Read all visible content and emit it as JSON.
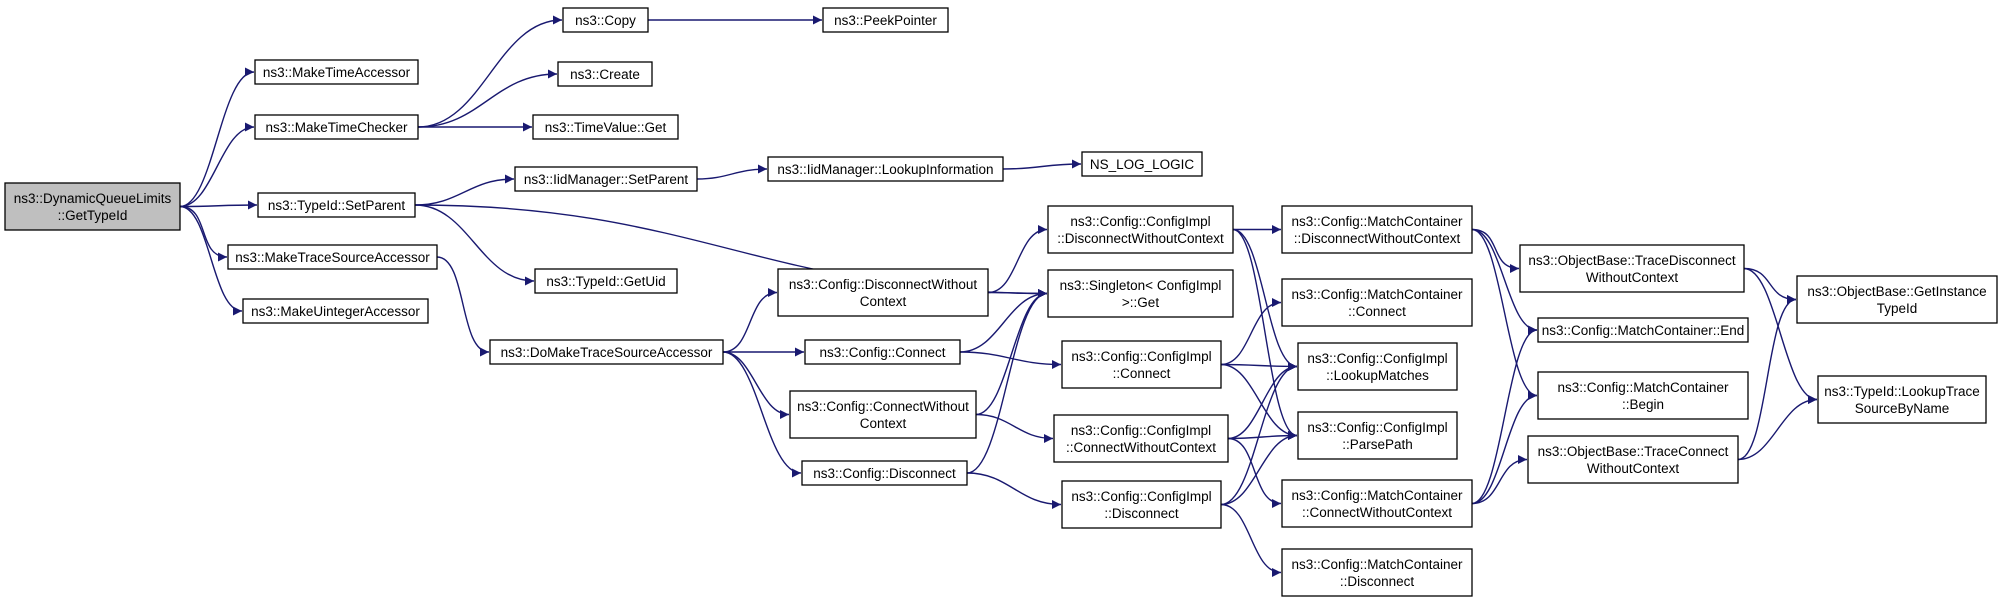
{
  "colors": {
    "edge": "#191970",
    "node_border": "#000000",
    "node_fill": "#ffffff",
    "root_fill": "#bfbfbf"
  },
  "nodes": {
    "root": [
      "ns3::DynamicQueueLimits",
      "::GetTypeId"
    ],
    "copy": [
      "ns3::Copy"
    ],
    "peekpointer": [
      "ns3::PeekPointer"
    ],
    "maketimeaccessor": [
      "ns3::MakeTimeAccessor"
    ],
    "maketimechecker": [
      "ns3::MakeTimeChecker"
    ],
    "create": [
      "ns3::Create"
    ],
    "timevalueget": [
      "ns3::TimeValue::Get"
    ],
    "setparent": [
      "ns3::TypeId::SetParent"
    ],
    "iidsetparent": [
      "ns3::IidManager::SetParent"
    ],
    "lookupinfo": [
      "ns3::IidManager::LookupInformation"
    ],
    "nslog": [
      "NS_LOG_LOGIC"
    ],
    "maketracesource": [
      "ns3::MakeTraceSourceAccessor"
    ],
    "getuid": [
      "ns3::TypeId::GetUid"
    ],
    "makeuinteger": [
      "ns3::MakeUintegerAccessor"
    ],
    "domaketrace": [
      "ns3::DoMakeTraceSourceAccessor"
    ],
    "cfgdiscwc": [
      "ns3::Config::DisconnectWithout",
      "Context"
    ],
    "cfgconnect": [
      "ns3::Config::Connect"
    ],
    "cfgconnwc": [
      "ns3::Config::ConnectWithout",
      "Context"
    ],
    "cfgdisconnect": [
      "ns3::Config::Disconnect"
    ],
    "implDiscWc": [
      "ns3::Config::ConfigImpl",
      "::DisconnectWithoutContext"
    ],
    "singleton": [
      "ns3::Singleton< ConfigImpl",
      ">::Get"
    ],
    "implConnect": [
      "ns3::Config::ConfigImpl",
      "::Connect"
    ],
    "implConnWc": [
      "ns3::Config::ConfigImpl",
      "::ConnectWithoutContext"
    ],
    "implDisc": [
      "ns3::Config::ConfigImpl",
      "::Disconnect"
    ],
    "mcDiscWc": [
      "ns3::Config::MatchContainer",
      "::DisconnectWithoutContext"
    ],
    "mcConnect": [
      "ns3::Config::MatchContainer",
      "::Connect"
    ],
    "lookupMatches": [
      "ns3::Config::ConfigImpl",
      "::LookupMatches"
    ],
    "parsePath": [
      "ns3::Config::ConfigImpl",
      "::ParsePath"
    ],
    "mcConnWc": [
      "ns3::Config::MatchContainer",
      "::ConnectWithoutContext"
    ],
    "mcDisc": [
      "ns3::Config::MatchContainer",
      "::Disconnect"
    ],
    "obTraceDisc": [
      "ns3::ObjectBase::TraceDisconnect",
      "WithoutContext"
    ],
    "mcEnd": [
      "ns3::Config::MatchContainer::End"
    ],
    "mcBegin": [
      "ns3::Config::MatchContainer",
      "::Begin"
    ],
    "obTraceConn": [
      "ns3::ObjectBase::TraceConnect",
      "WithoutContext"
    ],
    "obGetInstance": [
      "ns3::ObjectBase::GetInstance",
      "TypeId"
    ],
    "lookupTrace": [
      "ns3::TypeId::LookupTrace",
      "SourceByName"
    ]
  },
  "edges": [
    [
      "root",
      "maketimeaccessor"
    ],
    [
      "root",
      "maketimechecker"
    ],
    [
      "root",
      "setparent"
    ],
    [
      "root",
      "maketracesource"
    ],
    [
      "root",
      "makeuinteger"
    ],
    [
      "maketimechecker",
      "copy"
    ],
    [
      "maketimechecker",
      "create"
    ],
    [
      "maketimechecker",
      "timevalueget"
    ],
    [
      "copy",
      "peekpointer"
    ],
    [
      "setparent",
      "iidsetparent"
    ],
    [
      "setparent",
      "getuid"
    ],
    [
      "setparent",
      "singleton"
    ],
    [
      "iidsetparent",
      "lookupinfo"
    ],
    [
      "lookupinfo",
      "nslog"
    ],
    [
      "maketracesource",
      "domaketrace"
    ],
    [
      "domaketrace",
      "cfgdiscwc"
    ],
    [
      "domaketrace",
      "cfgconnect"
    ],
    [
      "domaketrace",
      "cfgconnwc"
    ],
    [
      "domaketrace",
      "cfgdisconnect"
    ],
    [
      "cfgdiscwc",
      "implDiscWc"
    ],
    [
      "cfgdiscwc",
      "singleton"
    ],
    [
      "cfgconnect",
      "singleton"
    ],
    [
      "cfgconnect",
      "implConnect"
    ],
    [
      "cfgconnwc",
      "singleton"
    ],
    [
      "cfgconnwc",
      "implConnWc"
    ],
    [
      "cfgdisconnect",
      "singleton"
    ],
    [
      "cfgdisconnect",
      "implDisc"
    ],
    [
      "implDiscWc",
      "mcDiscWc"
    ],
    [
      "implDiscWc",
      "lookupMatches"
    ],
    [
      "implDiscWc",
      "parsePath"
    ],
    [
      "implConnect",
      "mcConnect"
    ],
    [
      "implConnect",
      "lookupMatches"
    ],
    [
      "implConnect",
      "parsePath"
    ],
    [
      "implConnWc",
      "lookupMatches"
    ],
    [
      "implConnWc",
      "parsePath"
    ],
    [
      "implConnWc",
      "mcConnWc"
    ],
    [
      "implDisc",
      "lookupMatches"
    ],
    [
      "implDisc",
      "parsePath"
    ],
    [
      "implDisc",
      "mcDisc"
    ],
    [
      "mcDiscWc",
      "obTraceDisc"
    ],
    [
      "mcDiscWc",
      "mcEnd"
    ],
    [
      "mcDiscWc",
      "mcBegin"
    ],
    [
      "mcConnWc",
      "mcEnd"
    ],
    [
      "mcConnWc",
      "mcBegin"
    ],
    [
      "mcConnWc",
      "obTraceConn"
    ],
    [
      "obTraceDisc",
      "obGetInstance"
    ],
    [
      "obTraceDisc",
      "lookupTrace"
    ],
    [
      "obTraceConn",
      "obGetInstance"
    ],
    [
      "obTraceConn",
      "lookupTrace"
    ]
  ]
}
